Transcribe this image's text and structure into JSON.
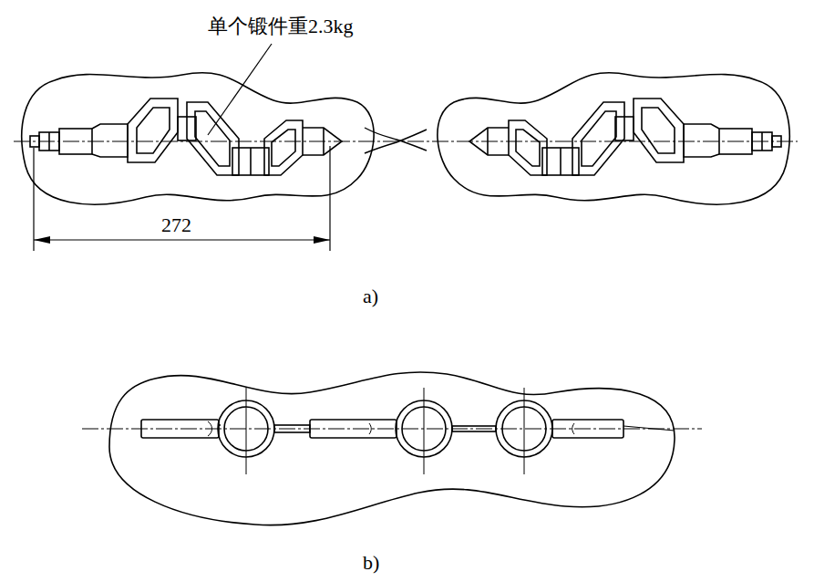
{
  "diagram": {
    "labels": [
      "单个锻件重2.3kg",
      "272",
      "a)",
      "b)"
    ]
  }
}
